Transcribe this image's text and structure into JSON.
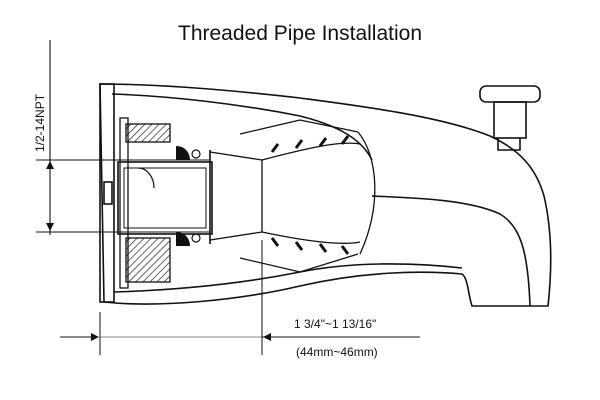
{
  "title": "Threaded Pipe Installation",
  "thread_spec": "1/2-14NPT",
  "length_dimension": "1 3/4\"~1 13/16\"",
  "length_dimension_metric": "(44mm~46mm)"
}
